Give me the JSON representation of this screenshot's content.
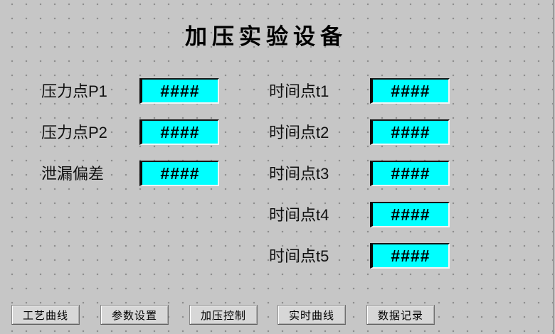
{
  "title": "加压实验设备",
  "left_fields": [
    {
      "label": "压力点P1",
      "value": "####"
    },
    {
      "label": "压力点P2",
      "value": "####"
    },
    {
      "label": "泄漏偏差",
      "value": "####"
    }
  ],
  "right_fields": [
    {
      "label": "时间点t1",
      "value": "####"
    },
    {
      "label": "时间点t2",
      "value": "####"
    },
    {
      "label": "时间点t3",
      "value": "####"
    },
    {
      "label": "时间点t4",
      "value": "####"
    },
    {
      "label": "时间点t5",
      "value": "####"
    }
  ],
  "buttons": [
    {
      "label": "工艺曲线"
    },
    {
      "label": "参数设置"
    },
    {
      "label": "加压控制"
    },
    {
      "label": "实时曲线"
    },
    {
      "label": "数据记录"
    }
  ],
  "colors": {
    "screen_bg": "#C6C6C6",
    "grid_dot": "#8E8E8E",
    "field_bg": "#00FFFF",
    "button_bg": "#D7D7D7",
    "text": "#000000"
  }
}
